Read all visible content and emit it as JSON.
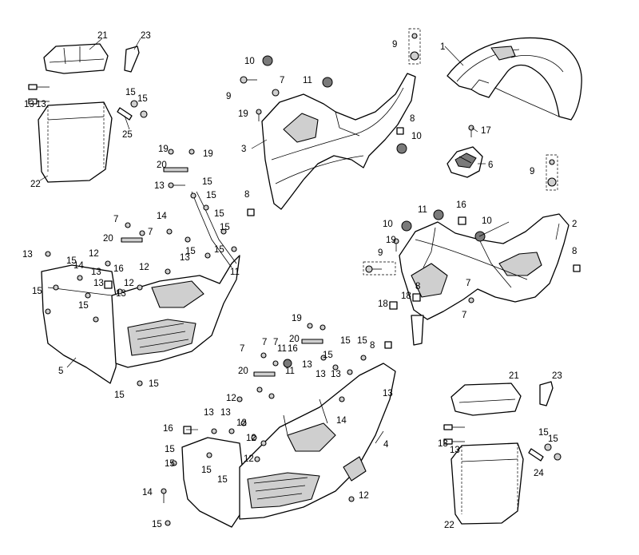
{
  "diagram": {
    "labels": {
      "l1": "1",
      "l2": "2",
      "l3": "3",
      "l4": "4",
      "l5": "5",
      "l6": "6",
      "l7a": "7",
      "l7b": "7",
      "l7c": "7",
      "l7d": "7",
      "l7e": "7",
      "l7f": "7",
      "l7g": "7",
      "l7h": "7",
      "l8a": "8",
      "l8b": "8",
      "l8c": "8",
      "l8d": "8",
      "l8e": "8",
      "l9a": "9",
      "l9b": "9",
      "l9c": "9",
      "l9d": "9",
      "l10a": "10",
      "l10b": "10",
      "l10c": "10",
      "l10d": "10",
      "l11a": "11",
      "l11b": "11",
      "l11c": "11",
      "l11d": "11",
      "l11e": "11",
      "l12a": "12",
      "l12b": "12",
      "l12c": "12",
      "l12d": "12",
      "l12e": "12",
      "l12f": "12",
      "l12g": "12",
      "l12h": "12",
      "l13a": "13",
      "l13b": "13",
      "l13c": "13",
      "l13d": "13",
      "l13e": "13",
      "l13f": "13",
      "l13g": "13",
      "l13h": "13",
      "l13i": "13",
      "l13j": "13",
      "l13k": "13",
      "l13l": "13",
      "l13m": "13",
      "l13n": "13",
      "l13o": "13",
      "l13p": "13",
      "l14a": "14",
      "l14b": "14",
      "l14c": "14",
      "l14d": "14",
      "l15a": "15",
      "l15b": "15",
      "l15c": "15",
      "l15d": "15",
      "l15e": "15",
      "l15f": "15",
      "l15g": "15",
      "l15h": "15",
      "l15i": "15",
      "l15j": "15",
      "l15k": "15",
      "l15l": "15",
      "l15m": "15",
      "l15n": "15",
      "l15o": "15",
      "l15p": "15",
      "l15q": "15",
      "l15r": "15",
      "l15s": "15",
      "l15t": "15",
      "l15u": "15",
      "l15v": "15",
      "l15w": "15",
      "l16a": "16",
      "l16b": "16",
      "l16c": "16",
      "l16d": "16",
      "l17": "17",
      "l18a": "18",
      "l18b": "18",
      "l19a": "19",
      "l19b": "19",
      "l19c": "19",
      "l19d": "19",
      "l19e": "19",
      "l20a": "20",
      "l20b": "20",
      "l20c": "20",
      "l20d": "20",
      "l21a": "21",
      "l21b": "21",
      "l22a": "22",
      "l22b": "22",
      "l23a": "23",
      "l23b": "23",
      "l24": "24",
      "l25": "25"
    }
  }
}
